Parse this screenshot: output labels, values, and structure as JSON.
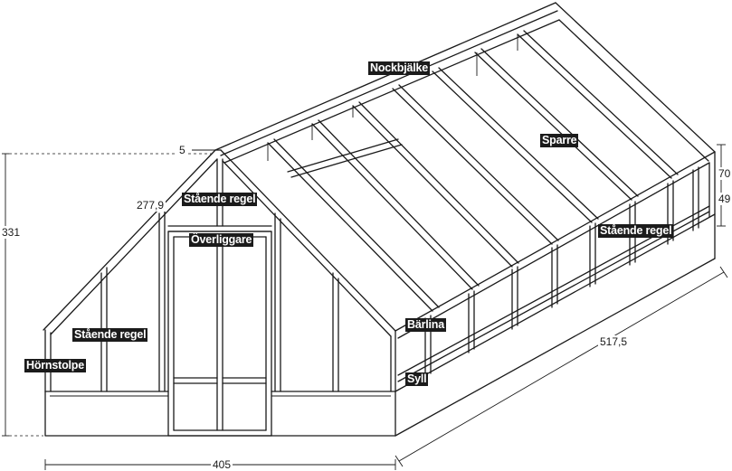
{
  "labels": {
    "nockbjalke": "Nockbjälke",
    "sparre": "Sparre",
    "staende_regel_front": "Stående regel",
    "staende_regel_side": "Stående regel",
    "staende_regel_low": "Stående regel",
    "overliggare": "Överliggare",
    "barlina": "Bärlina",
    "syll": "Syll",
    "hornstolpe": "Hörnstolpe"
  },
  "dimensions": {
    "height_total": "331",
    "ridge_offset": "5",
    "gable_slope": "277,9",
    "width_front": "405",
    "length_side": "517,5",
    "roof_rise": "70",
    "wall_upper": "49"
  },
  "colors": {
    "line": "#1a1a1a",
    "label_bg": "#1b1b1b",
    "label_text": "#ffffff"
  }
}
